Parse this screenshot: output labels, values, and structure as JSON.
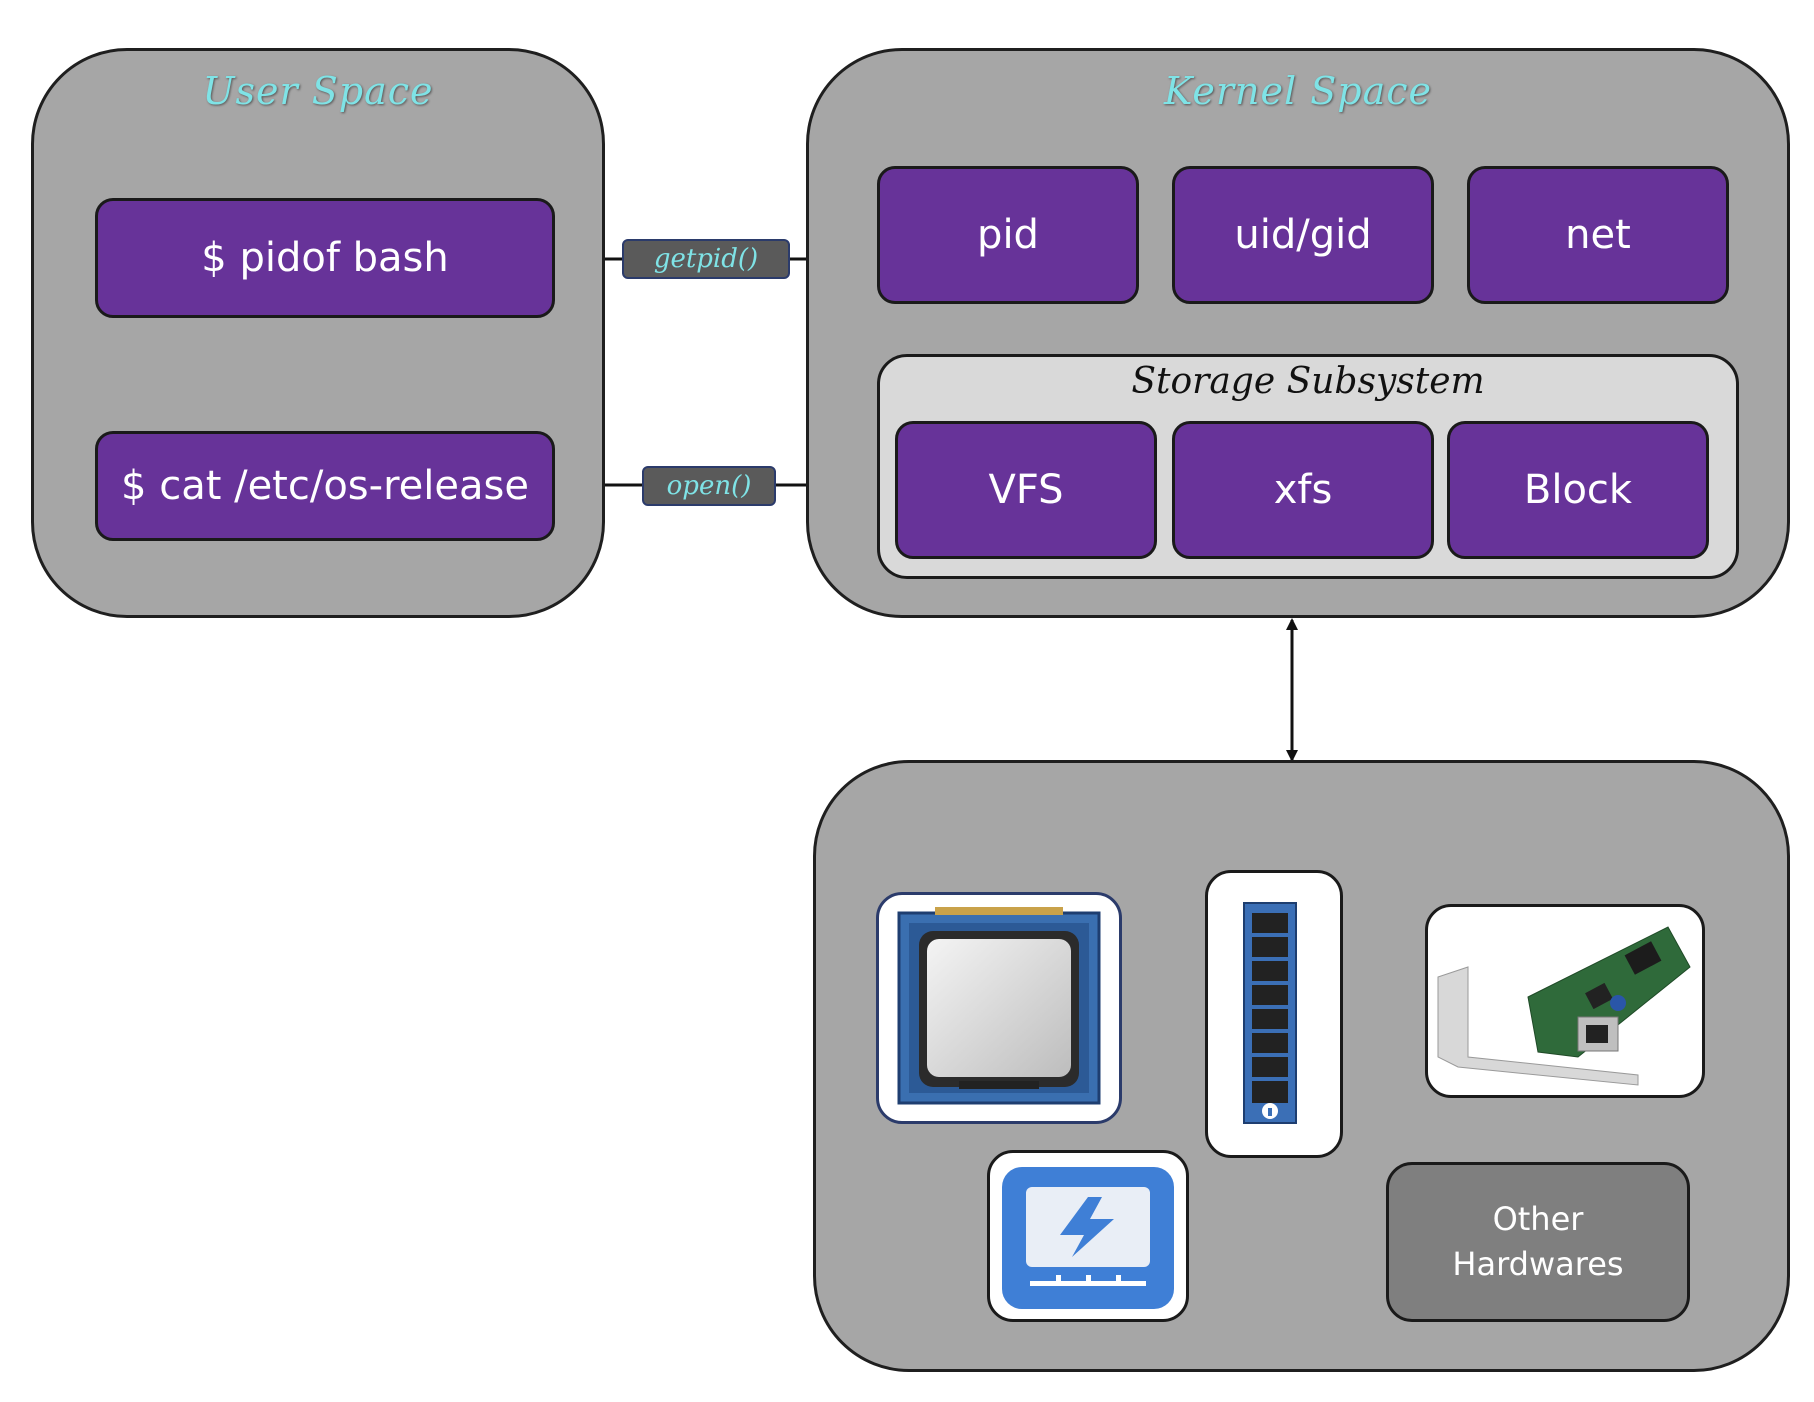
{
  "user_space": {
    "title": "User Space",
    "commands": [
      "$ pidof bash",
      "$ cat /etc/os-release"
    ]
  },
  "kernel_space": {
    "title": "Kernel Space",
    "subsystems": [
      "pid",
      "uid/gid",
      "net"
    ],
    "storage": {
      "title": "Storage Subsystem",
      "layers": [
        "VFS",
        "xfs",
        "Block"
      ]
    }
  },
  "syscalls": [
    "getpid()",
    "open()"
  ],
  "hardware": {
    "items": [
      "cpu-icon",
      "ram-icon",
      "network-card-icon",
      "ssd-icon"
    ],
    "other_line1": "Other",
    "other_line2": "Hardwares"
  },
  "colors": {
    "panel": "#a6a6a6",
    "box": "#673399",
    "title": "#7fe3e6",
    "storage_bg": "#d9d9d9",
    "other_bg": "#7f7f7f"
  }
}
